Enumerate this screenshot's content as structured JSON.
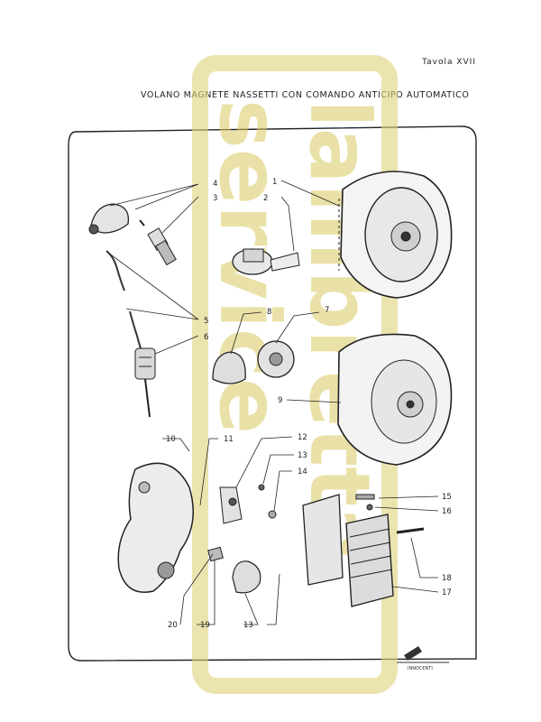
{
  "header": {
    "plate_number": "Tavola XVII",
    "title": "VOLANO MAGNETE NASSETTI CON COMANDO ANTICIPO AUTOMATICO"
  },
  "watermark": {
    "text_line1": "lambretta",
    "text_line2": "service",
    "color": "#d8c860"
  },
  "callouts": {
    "c1": "1",
    "c2": "2",
    "c3": "3",
    "c4": "4",
    "c5": "5",
    "c6": "6",
    "c7": "7",
    "c8": "8",
    "c9": "9",
    "c10": "10",
    "c11": "11",
    "c12": "12",
    "c13a": "13",
    "c14": "14",
    "c15": "15",
    "c16": "16",
    "c17": "17",
    "c18": "18",
    "c19": "19",
    "c20": "20",
    "c13b": "13"
  },
  "footer": {
    "logo_text": "INNOCENTI",
    "logo_icon": "innocenti-logo-icon"
  }
}
